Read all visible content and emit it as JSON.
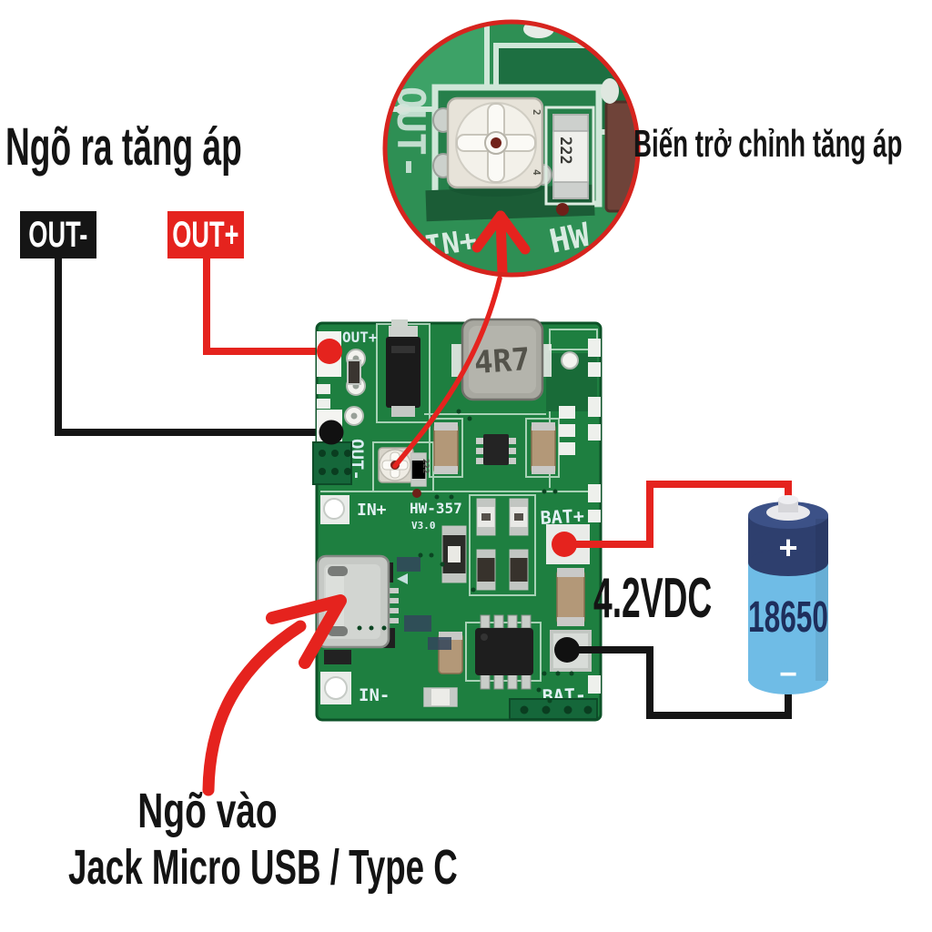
{
  "annotations": {
    "output_title": "Ngõ ra tăng áp",
    "out_minus_badge": "OUT-",
    "out_plus_badge": "OUT+",
    "pot_label": "Biến trở chỉnh tăng áp",
    "voltage_label": "4.2VDC",
    "input_title": "Ngõ vào",
    "input_subtitle": "Jack Micro USB / Type C"
  },
  "battery": {
    "model": "18650",
    "plus_symbol": "+",
    "minus_symbol": "−"
  },
  "pcb_silkscreen": {
    "out_plus": "OUT+",
    "out_minus": "OUT-",
    "in_plus": "IN+",
    "in_minus": "IN-",
    "bat_plus": "BAT+",
    "bat_minus": "BAT-",
    "model": "HW-357",
    "version": "V3.0",
    "inductor_value": "4R7",
    "resistor_value": "222"
  },
  "inset_silkscreen": {
    "out_minus": "OUT-",
    "in_plus": "IN+",
    "hw": "HW",
    "resistor_value": "222",
    "pot_mark_top": "2",
    "pot_mark_bottom": "4"
  },
  "colors": {
    "annotation_red": "#e5231e",
    "annotation_black": "#151515",
    "pcb_green": "#1e7f40",
    "battery_dark_blue": "#2e3f6e",
    "battery_light_blue": "#6fbce6"
  }
}
